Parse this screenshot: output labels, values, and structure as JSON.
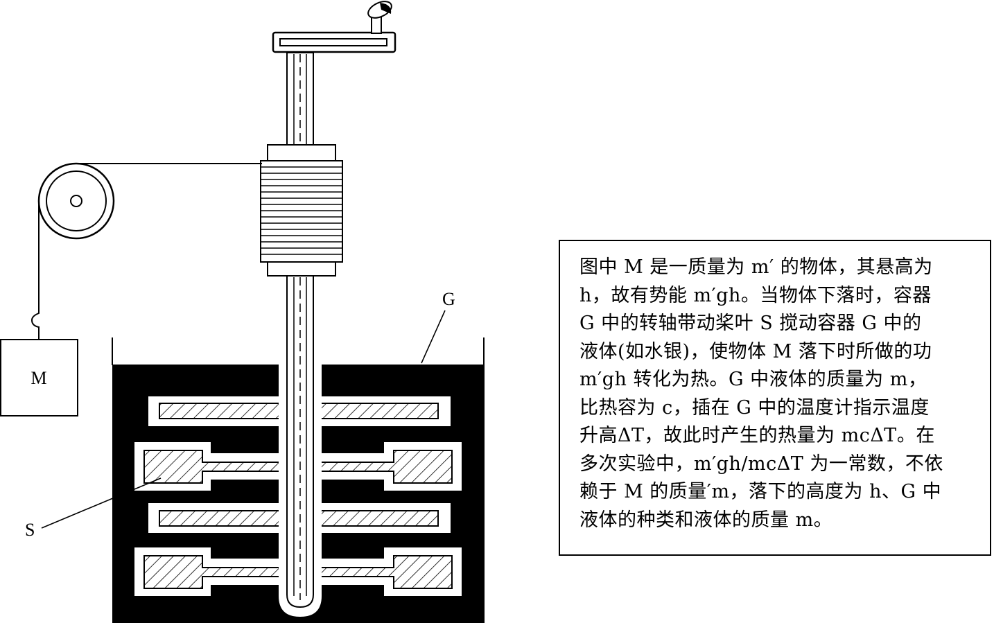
{
  "labels": {
    "mass": "M",
    "container": "G",
    "stirrer": "S"
  },
  "caption": {
    "lines": [
      "图中 M 是一质量为 m′ 的物体，其悬高为",
      "h，故有势能 m′gh。当物体下落时，容器",
      " G 中的转轴带动桨叶 S 搅动容器 G 中的",
      "液体(如水银)，使物体 M 落下时所做的功",
      " m′gh 转化为热。G 中液体的质量为 m，",
      "比热容为 c，插在 G 中的温度计指示温度",
      "升高ΔT，故此时产生的热量为 mcΔT。在",
      "多次实验中，m′gh/mcΔT 为一常数，不依",
      "赖于 M 的质量′m，落下的高度为 h、G 中",
      "液体的种类和液体的质量 m。"
    ]
  }
}
